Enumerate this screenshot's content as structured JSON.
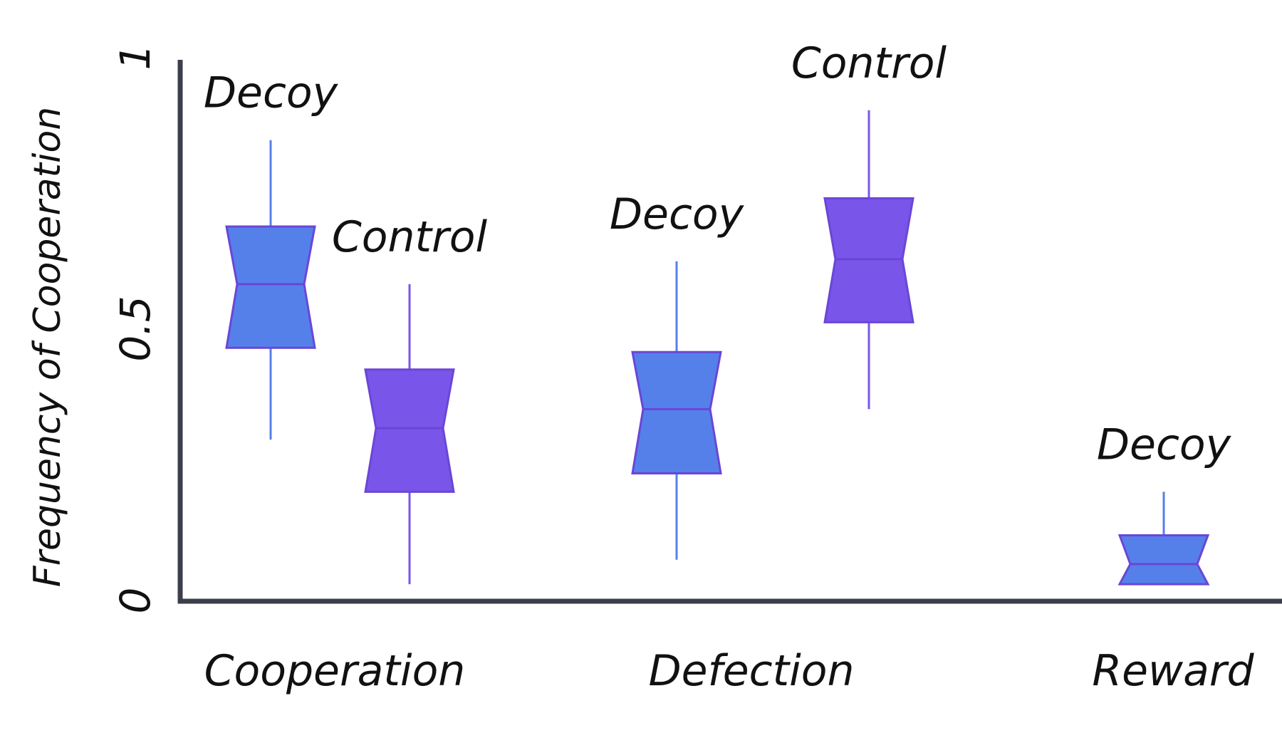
{
  "chart_data": {
    "type": "box",
    "ylabel": "Frequency of Cooperation",
    "ylim": [
      0,
      1
    ],
    "yticks": [
      "0",
      "0.5",
      "1"
    ],
    "categories": [
      "Cooperation",
      "Defection",
      "Reward"
    ],
    "boxes": [
      {
        "category": "Cooperation",
        "label": "Decoy",
        "color": "#5580ea",
        "whisker_low": 0.296,
        "q1": 0.465,
        "median": 0.582,
        "q3": 0.688,
        "whisker_high": 0.847
      },
      {
        "category": "Cooperation",
        "label": "Control",
        "color": "#7a55ea",
        "whisker_low": 0.03,
        "q1": 0.2,
        "median": 0.317,
        "q3": 0.425,
        "whisker_high": 0.582
      },
      {
        "category": "Defection",
        "label": "Decoy",
        "color": "#5580ea",
        "whisker_low": 0.075,
        "q1": 0.234,
        "median": 0.352,
        "q3": 0.457,
        "whisker_high": 0.624
      },
      {
        "category": "Defection",
        "label": "Control",
        "color": "#7a55ea",
        "whisker_low": 0.352,
        "q1": 0.512,
        "median": 0.628,
        "q3": 0.74,
        "whisker_high": 0.902
      },
      {
        "category": "Reward",
        "label": "Decoy",
        "color": "#5580ea",
        "whisker_low": 0.03,
        "q1": 0.03,
        "median": 0.067,
        "q3": 0.12,
        "whisker_high": 0.2
      }
    ],
    "grid": false,
    "legend": "none",
    "axis_color": "#3b3f4c",
    "outline_color": "#6a46d6"
  }
}
